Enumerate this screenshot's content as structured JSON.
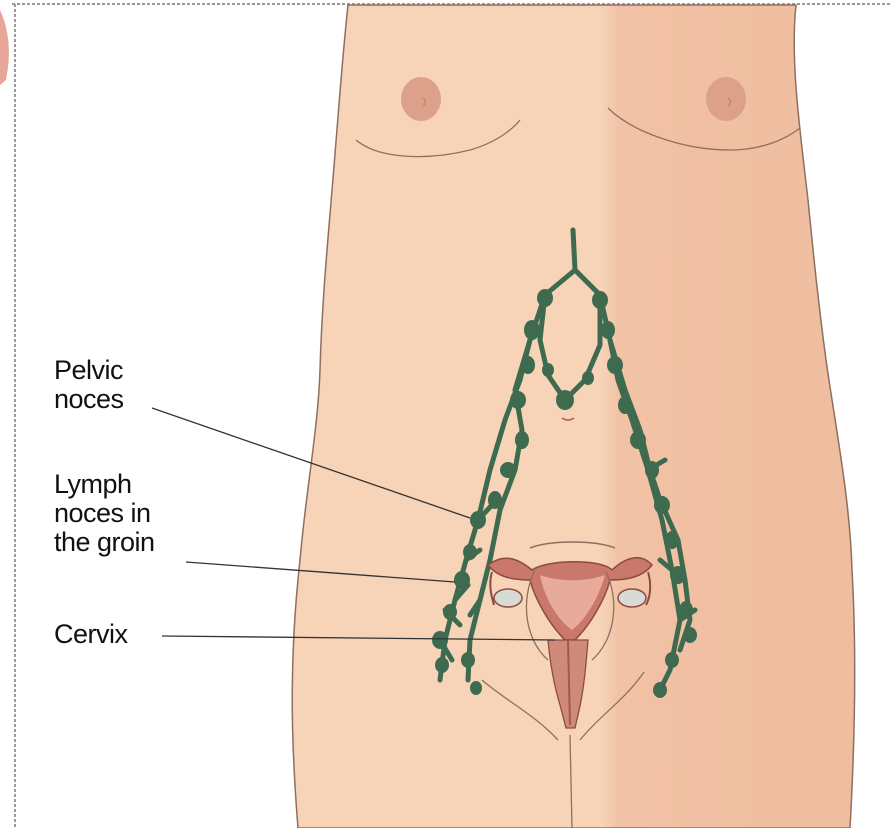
{
  "labels": {
    "pelvic_nodes": [
      "Pelvic",
      "noces"
    ],
    "groin_nodes": [
      "Lymph",
      "noces in",
      "the groin"
    ],
    "cervix": "Cervix"
  },
  "colors": {
    "skin_light": "#f7d2b6",
    "skin_dark": "#f1c0a3",
    "skin_outline": "#8e6f60",
    "lymph": "#3e6b50",
    "uterus": "#c9786a",
    "uterus_dark": "#b0574c",
    "ovary": "#d8dad4",
    "nipple": "#dda08a",
    "leader_line": "#333333",
    "frame": "#999999"
  }
}
